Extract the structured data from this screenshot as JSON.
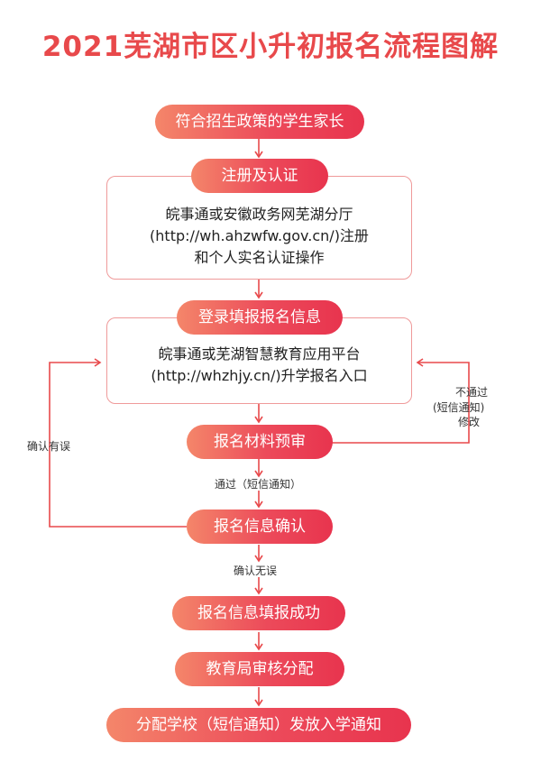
{
  "title": "2021芜湖市区小升初报名流程图解",
  "steps": [
    "符合招生政策的学生家长",
    "注册及认证",
    "登录填报报名信息",
    "报名材料预审",
    "报名信息确认",
    "报名信息填报成功",
    "教育局审核分配",
    "分配学校（短信通知）发放入学通知"
  ],
  "boxes": {
    "register": [
      "皖事通或安徽政务网芜湖分厅",
      "(http://wh.ahzwfw.gov.cn/)注册",
      "和个人实名认证操作"
    ],
    "login": [
      "皖事通或芜湖智慧教育应用平台",
      "(http://whzhjy.cn/)升学报名入口"
    ]
  },
  "notes": {
    "pass_sms": "通过（短信通知）",
    "confirm_ok": "确认无误",
    "confirm_error": "确认有误",
    "fail": [
      "不通过",
      "(短信通知)",
      "修改"
    ]
  },
  "colors": {
    "title": "#e8494b",
    "pill_start": "#f4866a",
    "pill_end": "#e8344e",
    "line": "#e8494b",
    "box_border": "#ef9a9a"
  }
}
